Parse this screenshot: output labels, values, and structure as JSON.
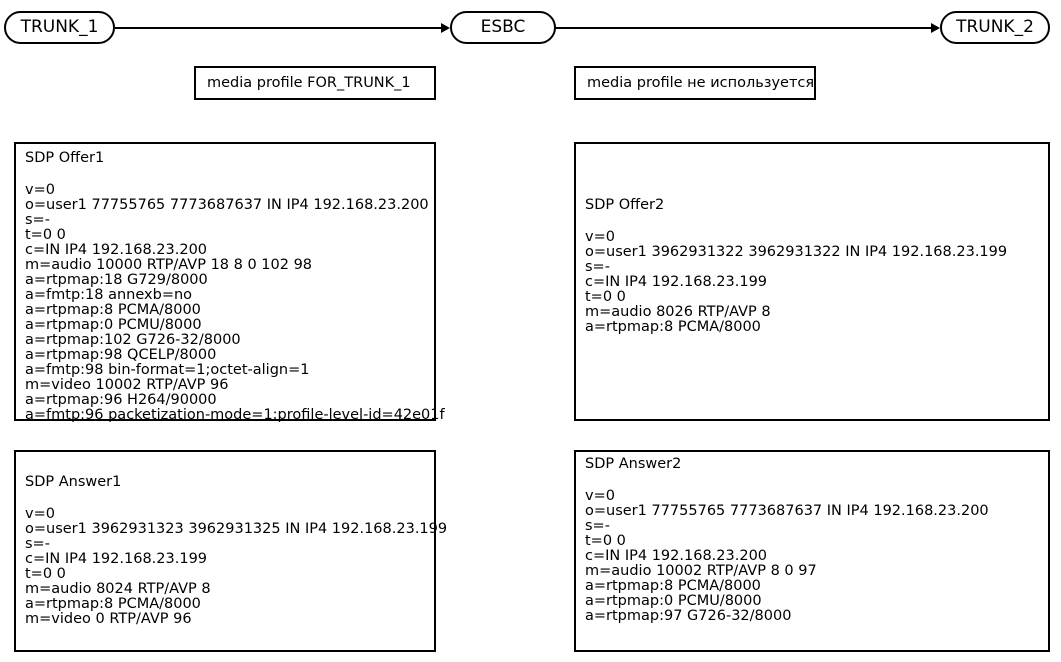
{
  "diagram": {
    "nodes": [
      {
        "id": "trunk1",
        "label": "TRUNK_1"
      },
      {
        "id": "esbc",
        "label": "ESBC"
      },
      {
        "id": "trunk2",
        "label": "TRUNK_2"
      }
    ],
    "edges": [
      {
        "id": "edge-1",
        "from": "TRUNK_1",
        "to": "ESBC",
        "arrow": "arrow-head-right"
      },
      {
        "id": "edge-2",
        "from": "ESBC",
        "to": "TRUNK_2",
        "arrow": "arrow-head-right"
      }
    ],
    "annotations": [
      {
        "id": "label-left",
        "text": "media profile FOR_TRUNK_1"
      },
      {
        "id": "label-right",
        "text": "media profile не используется"
      }
    ]
  },
  "panels": {
    "offer1": {
      "title": "SDP Offer1",
      "body": "v=0\no=user1 77755765 7773687637 IN IP4 192.168.23.200\ns=-\nt=0 0\nc=IN IP4 192.168.23.200\nm=audio 10000 RTP/AVP 18 8 0 102 98\na=rtpmap:18 G729/8000\na=fmtp:18 annexb=no\na=rtpmap:8 PCMA/8000\na=rtpmap:0 PCMU/8000\na=rtpmap:102 G726-32/8000\na=rtpmap:98 QCELP/8000\na=fmtp:98 bin-format=1;octet-align=1\nm=video 10002 RTP/AVP 96\na=rtpmap:96 H264/90000\na=fmtp:96 packetization-mode=1;profile-level-id=42e01f"
    },
    "offer2": {
      "title": "SDP Offer2",
      "body": "v=0\no=user1 3962931322 3962931322 IN IP4 192.168.23.199\ns=-\nc=IN IP4 192.168.23.199\nt=0 0\nm=audio 8026 RTP/AVP 8\na=rtpmap:8 PCMA/8000"
    },
    "answer1": {
      "title": "SDP Answer1",
      "body": "v=0\no=user1 3962931323 3962931325 IN IP4 192.168.23.199\ns=-\nc=IN IP4 192.168.23.199\nt=0 0\nm=audio 8024 RTP/AVP 8\na=rtpmap:8 PCMA/8000\nm=video 0 RTP/AVP 96"
    },
    "answer2": {
      "title": "SDP Answer2",
      "body": "v=0\no=user1 77755765 7773687637 IN IP4 192.168.23.200\ns=-\nt=0 0\nc=IN IP4 192.168.23.200\nm=audio 10002 RTP/AVP 8 0 97\na=rtpmap:8 PCMA/8000\na=rtpmap:0 PCMU/8000\na=rtpmap:97 G726-32/8000"
    }
  },
  "colors": {
    "stroke": "#000000",
    "background": "#ffffff",
    "text": "#000000"
  }
}
